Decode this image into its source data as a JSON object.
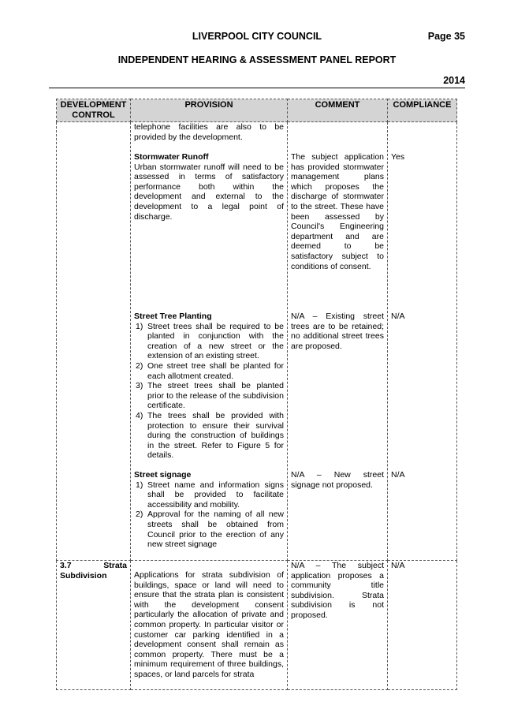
{
  "header": {
    "council": "LIVERPOOL CITY COUNCIL",
    "page": "Page 35",
    "report_title": "INDEPENDENT HEARING & ASSESSMENT PANEL REPORT",
    "year": "2014"
  },
  "table": {
    "columns": [
      "DEVELOPMENT CONTROL",
      "PROVISION",
      "COMMENT",
      "COMPLIANCE"
    ],
    "row1": {
      "continued_text": "telephone facilities are also to be provided by the development.",
      "stormwater": {
        "heading": "Stormwater Runoff",
        "text": "Urban stormwater runoff will need to be assessed in terms of satisfactory performance both within the development and external to the development to a legal point of discharge.",
        "comment": "The subject application has provided stormwater management plans which proposes the discharge of stormwater to the street. These have been assessed by Council's Engineering department and are deemed to be satisfactory subject to conditions of consent.",
        "compliance": "Yes"
      },
      "tree_planting": {
        "heading": "Street Tree Planting",
        "items": [
          "Street trees shall be required to be planted in conjunction with the creation of a new street or the extension of an existing street.",
          "One street tree shall be planted for each allotment created.",
          "The street trees shall be planted prior to the release of the subdivision certificate.",
          "The trees shall be provided with protection to ensure their survival during the construction of buildings in the street. Refer to Figure 5 for details."
        ],
        "comment": "N/A – Existing street trees are to be retained; no additional street trees are proposed.",
        "compliance": "N/A"
      },
      "signage": {
        "heading": "Street signage",
        "items": [
          "Street name and information signs shall be provided to facilitate accessibility and mobility.",
          "Approval for the naming of all new streets shall be obtained from Council prior to the erection of any new street signage"
        ],
        "comment": "N/A – New street signage not proposed.",
        "compliance": "N/A"
      }
    },
    "row2": {
      "control_num": "3.7",
      "control_word": "Strata",
      "control_line2": "Subdivision",
      "provision": "Applications for strata subdivision of buildings, space or land will need to ensure that the strata plan is consistent with the development consent particularly the allocation of private and common property. In particular visitor or customer car parking identified in a development consent shall remain as common property. There must be a minimum requirement of three buildings, spaces, or land parcels for strata",
      "comment": "N/A – The subject application proposes a community title subdivision. Strata subdivision is not proposed.",
      "compliance": "N/A"
    }
  }
}
